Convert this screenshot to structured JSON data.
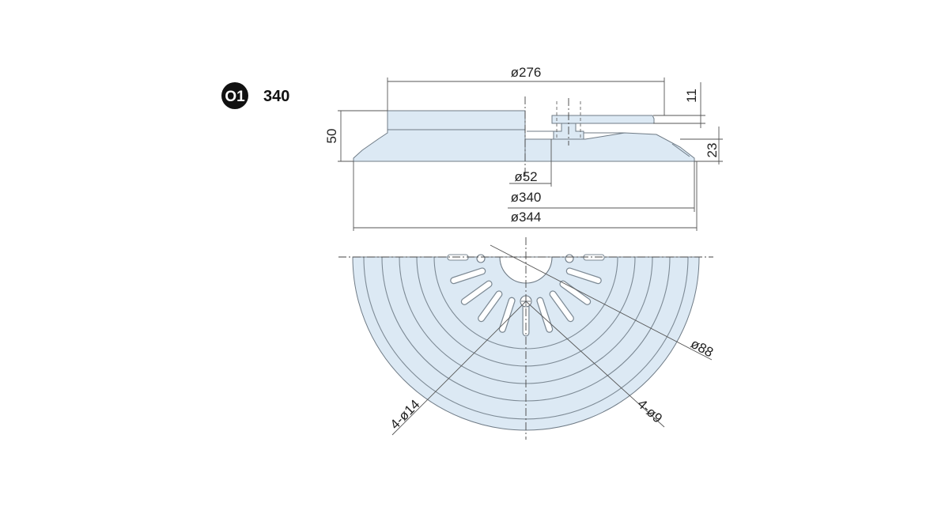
{
  "header": {
    "badge": "O1",
    "model": "340"
  },
  "dimensions": {
    "d276": "ø276",
    "h11": "11",
    "h50": "50",
    "h23": "23",
    "d52": "ø52",
    "d340": "ø340",
    "d344": "ø344",
    "d88": "ø88",
    "holes14": "4-ø14",
    "holes9": "4-ø9"
  },
  "colors": {
    "fill": "#dce9f4",
    "line": "#6f7b86"
  }
}
